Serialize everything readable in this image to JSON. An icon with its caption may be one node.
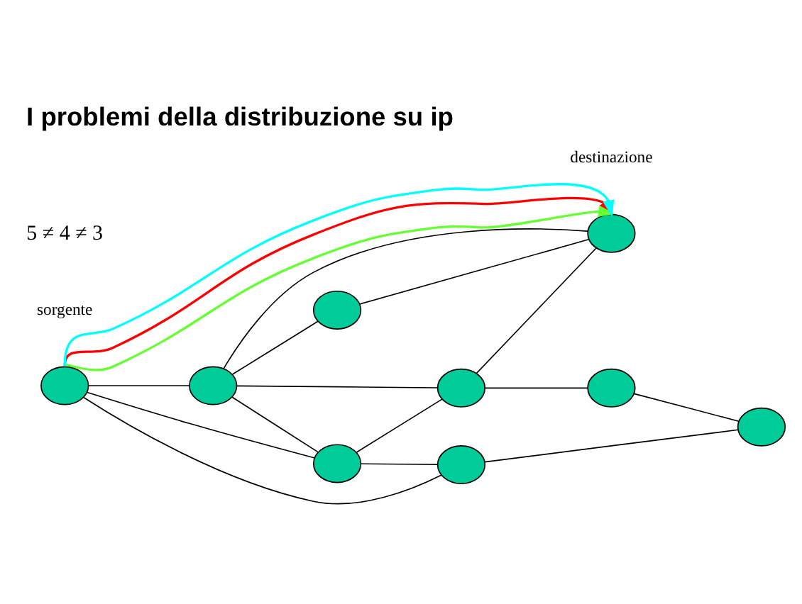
{
  "diagram": {
    "title": "I problemi della distribuzione su ip",
    "nodes": [
      {
        "text": [],
        "shape": "circle"
      },
      {
        "text": [],
        "shape": "circle",
        "beside": [
          "sorgente"
        ]
      },
      {
        "text": [],
        "shape": "circle"
      },
      {
        "text": [],
        "shape": "circle",
        "beside": [
          "destinazione"
        ]
      },
      {
        "text": [],
        "shape": "circle"
      },
      {
        "text": [],
        "shape": "circle"
      },
      {
        "text": [],
        "shape": "circle"
      },
      {
        "text": [],
        "shape": "circle"
      },
      {
        "text": [],
        "shape": "circle"
      }
    ],
    "edges": [
      {
        "from": 1,
        "to": 2,
        "arrow": "none"
      },
      {
        "from": 1,
        "to": 5,
        "arrow": "none"
      },
      {
        "from": 1,
        "to": 7,
        "arrow": "none"
      },
      {
        "from": 2,
        "to": 0,
        "arrow": "none"
      },
      {
        "from": 0,
        "to": 3,
        "arrow": "none"
      },
      {
        "from": 2,
        "to": 3,
        "arrow": "none"
      },
      {
        "from": 2,
        "to": 4,
        "arrow": "none"
      },
      {
        "from": 2,
        "to": 5,
        "arrow": "none"
      },
      {
        "from": 5,
        "to": 4,
        "arrow": "none"
      },
      {
        "from": 4,
        "to": 3,
        "arrow": "none"
      },
      {
        "from": 5,
        "to": 7,
        "arrow": "none"
      },
      {
        "from": 7,
        "to": 8,
        "arrow": "none"
      },
      {
        "from": 6,
        "to": 8,
        "arrow": "none"
      },
      {
        "from": 4,
        "to": 6,
        "arrow": "none"
      },
      {
        "from": 1,
        "to": 3,
        "arrow": "to",
        "color": "#ff0000"
      },
      {
        "from": 1,
        "to": 3,
        "arrow": "to",
        "color": "#66ff33"
      },
      {
        "from": 1,
        "to": 3,
        "arrow": "to",
        "color": "#00ffff"
      }
    ],
    "labels": [
      "5 ≠ 4 ≠ 3"
    ]
  }
}
